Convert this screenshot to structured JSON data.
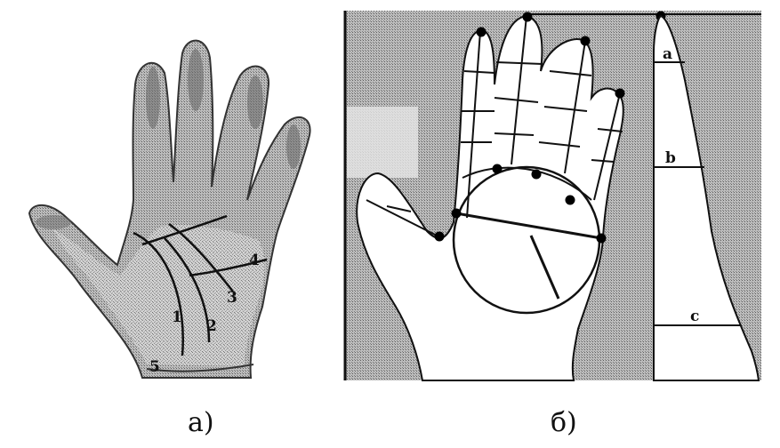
{
  "figure": {
    "panel_a": {
      "caption": "а)",
      "line_labels": [
        "1",
        "2",
        "3",
        "4",
        "5"
      ]
    },
    "panel_b": {
      "caption": "б)",
      "segment_labels": [
        "a",
        "b",
        "c"
      ]
    }
  }
}
